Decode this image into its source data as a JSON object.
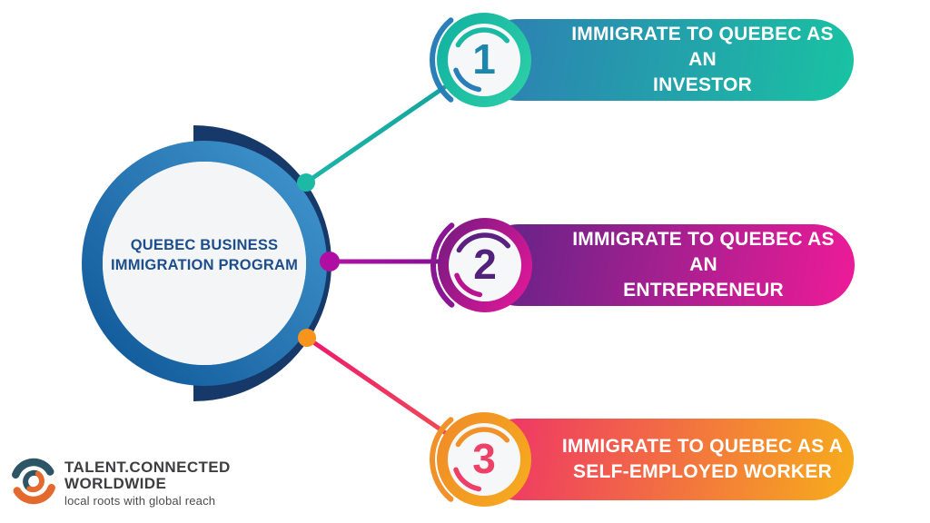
{
  "center": {
    "lines": [
      "QUEBEC BUSINESS",
      "IMMIGRATION PROGRAM"
    ],
    "text_color": "#1d4e8c",
    "ring_gradient": {
      "start": "#3f93cb",
      "end": "#135c9c"
    },
    "crescent_color": "#16396a",
    "inner_fill": "#f4f5f7"
  },
  "items": [
    {
      "number": "1",
      "line1": "IMMIGRATE TO QUEBEC AS AN",
      "line2": "INVESTOR",
      "pill": {
        "start": "#2e7cb4",
        "end": "#19c3a2"
      },
      "badge": {
        "start": "#10b0a0",
        "end": "#2fd0a8"
      },
      "number_color": "#1b87ae",
      "arc_primary": "#19b9a3",
      "arc_secondary": "#2a7fb8",
      "paren_color": "#2a7fb8",
      "dot_color": "#1cbaa4",
      "line": {
        "start": "#1db4a8",
        "end": "#14a09b"
      }
    },
    {
      "number": "2",
      "line1": "IMMIGRATE TO QUEBEC AS AN",
      "line2": "ENTREPRENEUR",
      "pill": {
        "start": "#5c2487",
        "end": "#ee1b98"
      },
      "badge": {
        "start": "#701a80",
        "end": "#ea179b"
      },
      "number_color": "#52217b",
      "arc_primary": "#5a2180",
      "arc_secondary": "#bb138f",
      "paren_color": "#8a1693",
      "dot_color": "#b00da2",
      "line": {
        "start": "#b012a4",
        "end": "#7c0f93"
      }
    },
    {
      "number": "3",
      "line1": "IMMIGRATE TO QUEBEC AS A",
      "line2": "SELF-EMPLOYED WORKER",
      "pill": {
        "start": "#ee2e6b",
        "end": "#f6ad1b"
      },
      "badge": {
        "start": "#ef8a28",
        "end": "#f7ad1e"
      },
      "number_color": "#ee4168",
      "arc_primary": "#f0912a",
      "arc_secondary": "#ed3f68",
      "paren_color": "#f0912a",
      "dot_color": "#f7941d",
      "line": {
        "start": "#ec1a6e",
        "end": "#f0564f"
      }
    }
  ],
  "logo": {
    "line1": "TALENT.CONNECTED",
    "line2": "WORLDWIDE",
    "tagline": "local roots with global reach",
    "text_color": "#3e3e40",
    "tagline_color": "#4b4b4d",
    "mark": {
      "teal": "#2c5566",
      "orange": "#e4692e"
    }
  }
}
